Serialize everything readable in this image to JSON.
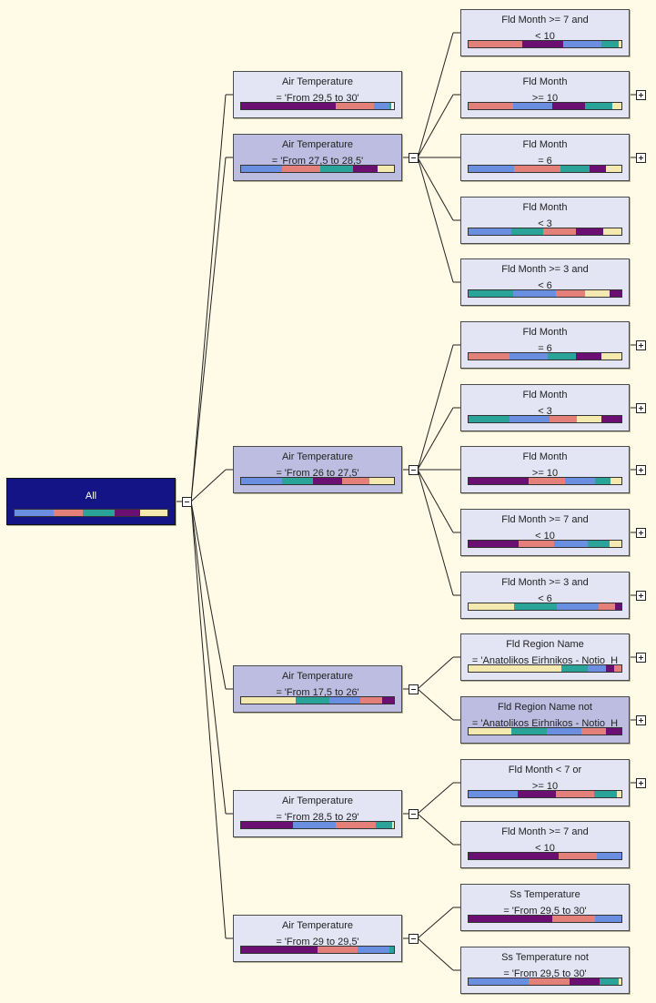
{
  "colors": {
    "blue": "#6b8fe0",
    "salmon": "#e3807a",
    "teal": "#2aa498",
    "purple": "#6b0f72",
    "cream": "#f4eab0"
  },
  "root": {
    "line1": "All",
    "line2": "",
    "bar": [
      [
        "blue",
        0.3
      ],
      [
        "salmon",
        0.23
      ],
      [
        "teal",
        0.24
      ],
      [
        "purple",
        0.2
      ],
      [
        "cream",
        0.21
      ]
    ]
  },
  "branches": [
    {
      "line1": "Air Temperature",
      "line2": "= 'From 29,5 to 30'",
      "bar": [
        [
          "purple",
          0.62
        ],
        [
          "salmon",
          0.25
        ],
        [
          "blue",
          0.1
        ],
        [
          "teal",
          0.01
        ]
      ],
      "toggle": "",
      "children": []
    },
    {
      "line1": "Air Temperature",
      "line2": "= 'From 27,5 to 28,5'",
      "bar": [
        [
          "blue",
          0.27
        ],
        [
          "salmon",
          0.25
        ],
        [
          "teal",
          0.21
        ],
        [
          "purple",
          0.16
        ],
        [
          "cream",
          0.11
        ]
      ],
      "toggle": "minus",
      "children": [
        {
          "line1": "Fld Month >= 7 and",
          "line2": "< 10",
          "bar": [
            [
              "salmon",
              0.35
            ],
            [
              "purple",
              0.27
            ],
            [
              "blue",
              0.25
            ],
            [
              "teal",
              0.11
            ],
            [
              "cream",
              0.02
            ]
          ],
          "toggle": ""
        },
        {
          "line1": "Fld Month",
          "line2": ">= 10",
          "bar": [
            [
              "salmon",
              0.29
            ],
            [
              "blue",
              0.26
            ],
            [
              "purple",
              0.21
            ],
            [
              "teal",
              0.18
            ],
            [
              "cream",
              0.06
            ]
          ],
          "toggle": "plus"
        },
        {
          "line1": "Fld Month",
          "line2": "= 6",
          "bar": [
            [
              "blue",
              0.3
            ],
            [
              "salmon",
              0.3
            ],
            [
              "teal",
              0.19
            ],
            [
              "purple",
              0.11
            ],
            [
              "cream",
              0.1
            ]
          ],
          "toggle": "plus"
        },
        {
          "line1": "Fld Month",
          "line2": "< 3",
          "bar": [
            [
              "blue",
              0.28
            ],
            [
              "teal",
              0.21
            ],
            [
              "salmon",
              0.21
            ],
            [
              "purple",
              0.18
            ],
            [
              "cream",
              0.12
            ]
          ],
          "toggle": ""
        },
        {
          "line1": "Fld Month >= 3 and",
          "line2": "< 6",
          "bar": [
            [
              "teal",
              0.29
            ],
            [
              "blue",
              0.28
            ],
            [
              "salmon",
              0.19
            ],
            [
              "cream",
              0.16
            ],
            [
              "purple",
              0.08
            ]
          ],
          "toggle": ""
        }
      ]
    },
    {
      "line1": "Air Temperature",
      "line2": "= 'From 26 to 27,5'",
      "bar": [
        [
          "blue",
          0.27
        ],
        [
          "teal",
          0.2
        ],
        [
          "purple",
          0.19
        ],
        [
          "salmon",
          0.18
        ],
        [
          "cream",
          0.16
        ]
      ],
      "toggle": "minus",
      "children": [
        {
          "line1": "Fld Month",
          "line2": "= 6",
          "bar": [
            [
              "salmon",
              0.27
            ],
            [
              "blue",
              0.25
            ],
            [
              "teal",
              0.18
            ],
            [
              "purple",
              0.17
            ],
            [
              "cream",
              0.13
            ]
          ],
          "toggle": "plus"
        },
        {
          "line1": "Fld Month",
          "line2": "< 3",
          "bar": [
            [
              "teal",
              0.27
            ],
            [
              "blue",
              0.26
            ],
            [
              "salmon",
              0.18
            ],
            [
              "cream",
              0.16
            ],
            [
              "purple",
              0.13
            ]
          ],
          "toggle": "plus"
        },
        {
          "line1": "Fld Month",
          "line2": ">= 10",
          "bar": [
            [
              "purple",
              0.39
            ],
            [
              "salmon",
              0.24
            ],
            [
              "blue",
              0.2
            ],
            [
              "teal",
              0.1
            ],
            [
              "cream",
              0.07
            ]
          ],
          "toggle": "plus"
        },
        {
          "line1": "Fld Month >= 7 and",
          "line2": "< 10",
          "bar": [
            [
              "purple",
              0.33
            ],
            [
              "salmon",
              0.23
            ],
            [
              "blue",
              0.22
            ],
            [
              "teal",
              0.14
            ],
            [
              "cream",
              0.08
            ]
          ],
          "toggle": "plus"
        },
        {
          "line1": "Fld Month >= 3 and",
          "line2": "< 6",
          "bar": [
            [
              "cream",
              0.3
            ],
            [
              "teal",
              0.28
            ],
            [
              "blue",
              0.27
            ],
            [
              "salmon",
              0.11
            ],
            [
              "purple",
              0.04
            ]
          ],
          "toggle": "plus"
        }
      ]
    },
    {
      "line1": "Air Temperature",
      "line2": "= 'From 17,5 to 26'",
      "bar": [
        [
          "cream",
          0.36
        ],
        [
          "teal",
          0.22
        ],
        [
          "blue",
          0.2
        ],
        [
          "salmon",
          0.14
        ],
        [
          "purple",
          0.08
        ]
      ],
      "toggle": "minus",
      "children": [
        {
          "line1": "Fld Region Name",
          "line2": "= 'Anatolikos Eirhnikos - Notio  H",
          "bar": [
            [
              "cream",
              0.61
            ],
            [
              "teal",
              0.17
            ],
            [
              "blue",
              0.12
            ],
            [
              "purple",
              0.05
            ],
            [
              "salmon",
              0.05
            ]
          ],
          "toggle": "plus"
        },
        {
          "line1": "Fld Region Name not",
          "line2": "= 'Anatolikos Eirhnikos - Notio  H",
          "bar": [
            [
              "cream",
              0.28
            ],
            [
              "teal",
              0.23
            ],
            [
              "blue",
              0.23
            ],
            [
              "salmon",
              0.16
            ],
            [
              "purple",
              0.1
            ]
          ],
          "toggle": "plus"
        }
      ]
    },
    {
      "line1": "Air Temperature",
      "line2": "= 'From 28,5 to 29'",
      "bar": [
        [
          "purple",
          0.34
        ],
        [
          "blue",
          0.28
        ],
        [
          "salmon",
          0.26
        ],
        [
          "teal",
          0.11
        ],
        [
          "cream",
          0.01
        ]
      ],
      "toggle": "minus",
      "children": [
        {
          "line1": "Fld Month < 7 or",
          "line2": ">= 10",
          "bar": [
            [
              "blue",
              0.32
            ],
            [
              "purple",
              0.25
            ],
            [
              "salmon",
              0.25
            ],
            [
              "teal",
              0.15
            ],
            [
              "cream",
              0.03
            ]
          ],
          "toggle": "plus"
        },
        {
          "line1": "Fld Month >= 7 and",
          "line2": "< 10",
          "bar": [
            [
              "purple",
              0.59
            ],
            [
              "salmon",
              0.25
            ],
            [
              "blue",
              0.16
            ]
          ],
          "toggle": ""
        }
      ]
    },
    {
      "line1": "Air Temperature",
      "line2": "= 'From 29 to 29,5'",
      "bar": [
        [
          "purple",
          0.5
        ],
        [
          "salmon",
          0.26
        ],
        [
          "blue",
          0.21
        ],
        [
          "teal",
          0.03
        ]
      ],
      "toggle": "minus",
      "children": [
        {
          "line1": "Ss Temperature",
          "line2": "= 'From 29,5 to 30'",
          "bar": [
            [
              "purple",
              0.55
            ],
            [
              "salmon",
              0.28
            ],
            [
              "blue",
              0.17
            ]
          ],
          "toggle": ""
        },
        {
          "line1": "Ss Temperature not",
          "line2": "= 'From 29,5 to 30'",
          "bar": [
            [
              "blue",
              0.39
            ],
            [
              "salmon",
              0.27
            ],
            [
              "purple",
              0.2
            ],
            [
              "teal",
              0.12
            ],
            [
              "cream",
              0.02
            ]
          ],
          "toggle": ""
        }
      ]
    }
  ]
}
